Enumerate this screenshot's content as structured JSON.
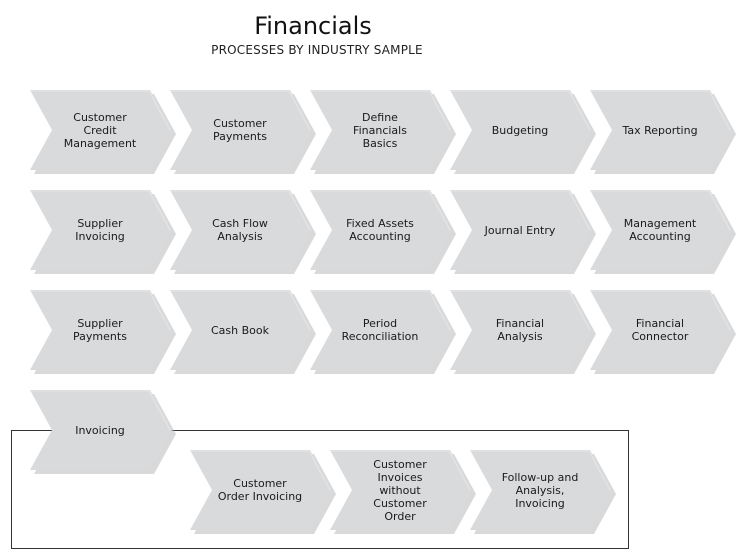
{
  "header": {
    "title": "Financials",
    "subtitle": "PROCESSES BY INDUSTRY SAMPLE"
  },
  "colors": {
    "chevron_fill": "#d9dadb",
    "chevron_highlight": "#e6e7e8",
    "chevron_shadow": "#b9babb",
    "box_border": "#333333"
  },
  "processes": [
    {
      "label": "Customer\nCredit\nManagement"
    },
    {
      "label": "Customer\nPayments"
    },
    {
      "label": "Define\nFinancials\nBasics"
    },
    {
      "label": "Budgeting"
    },
    {
      "label": "Tax Reporting"
    },
    {
      "label": "Supplier\nInvoicing"
    },
    {
      "label": "Cash Flow\nAnalysis"
    },
    {
      "label": "Fixed Assets\nAccounting"
    },
    {
      "label": "Journal Entry"
    },
    {
      "label": "Management\nAccounting"
    },
    {
      "label": "Supplier\nPayments"
    },
    {
      "label": "Cash Book"
    },
    {
      "label": "Period\nReconciliation"
    },
    {
      "label": "Financial\nAnalysis"
    },
    {
      "label": "Financial\nConnector"
    },
    {
      "label": "Invoicing"
    }
  ],
  "invoicing_subprocesses": [
    {
      "label": "Customer\nOrder Invoicing"
    },
    {
      "label": "Customer\nInvoices\nwithout\nCustomer\nOrder"
    },
    {
      "label": "Follow-up and\nAnalysis,\nInvoicing"
    }
  ]
}
